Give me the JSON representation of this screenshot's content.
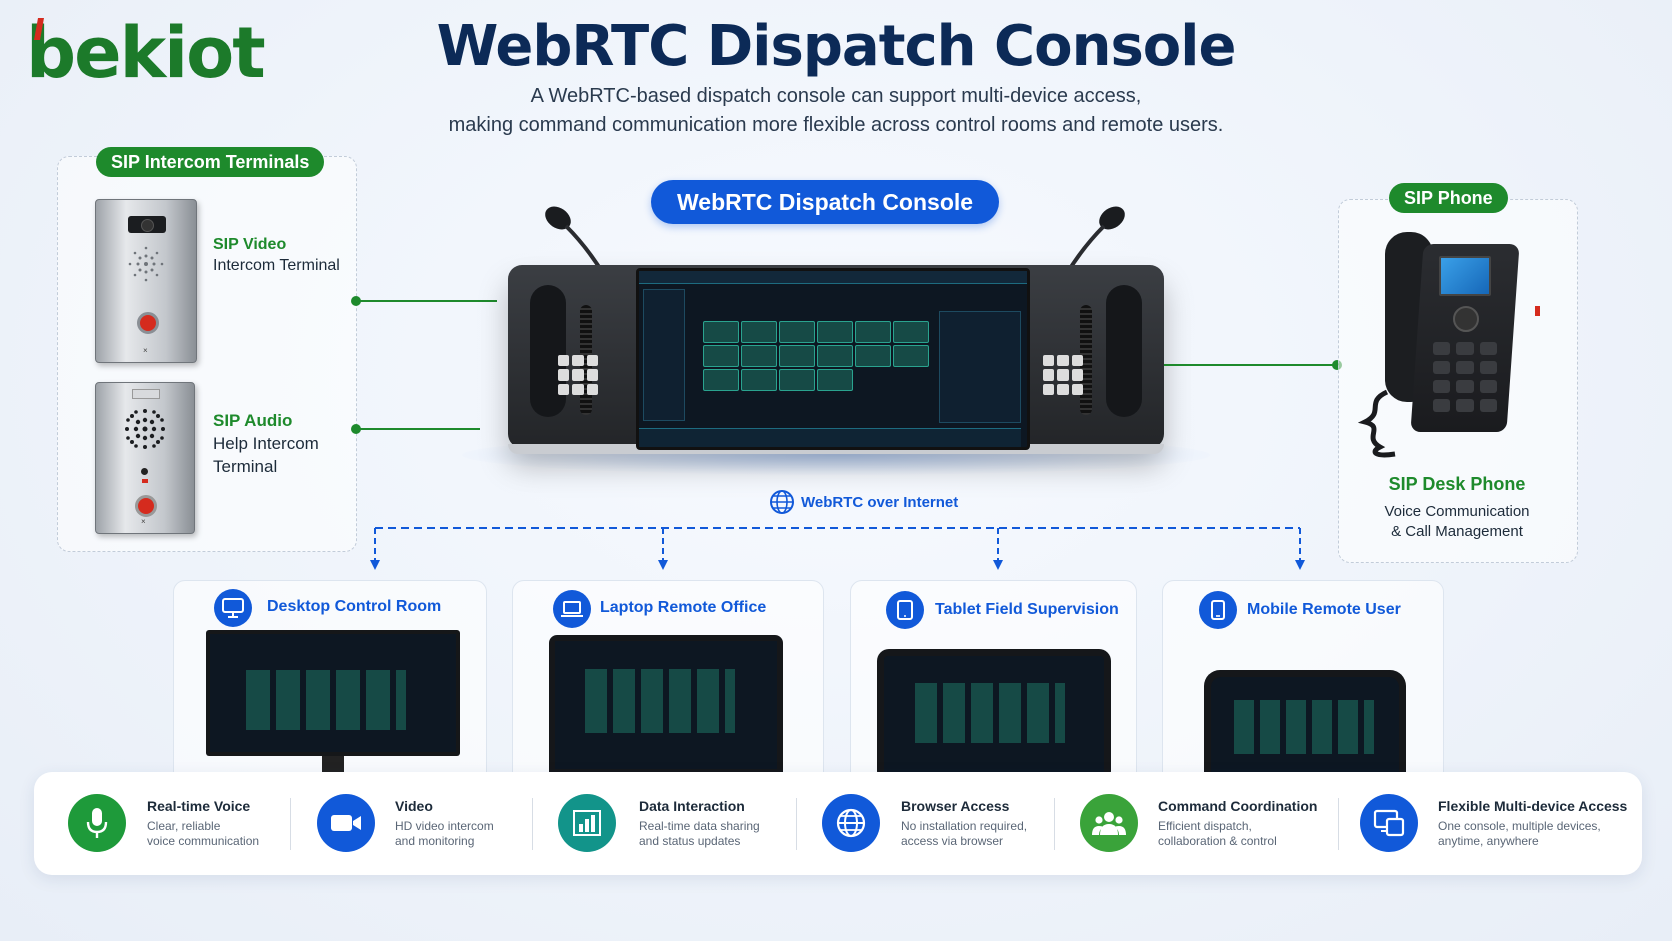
{
  "logo": {
    "text_a": "bek",
    "text_b": "iot"
  },
  "header": {
    "title": "WebRTC Dispatch Console",
    "subtitle_line1": "A WebRTC-based dispatch console can support multi-device access,",
    "subtitle_line2": "making command communication more flexible across control rooms and remote users."
  },
  "intercom_section": {
    "label": "SIP Intercom Terminals",
    "items": [
      {
        "name_line1": "SIP Video",
        "name_line2": "Intercom Terminal",
        "name_line3": ""
      },
      {
        "name_line1": "SIP Audio",
        "name_line2": "Help Intercom",
        "name_line3": "Terminal"
      }
    ]
  },
  "console": {
    "label": "WebRTC Dispatch Console"
  },
  "phone_section": {
    "label": "SIP Phone",
    "name": "SIP Desk Phone",
    "desc_line1": "Voice Communication",
    "desc_line2": "& Call Management"
  },
  "network": {
    "label": "WebRTC over Internet"
  },
  "devices": [
    {
      "name": "Desktop Control Room",
      "icon": "monitor-icon"
    },
    {
      "name": "Laptop Remote Office",
      "icon": "laptop-icon"
    },
    {
      "name": "Tablet Field Supervision",
      "icon": "tablet-icon"
    },
    {
      "name": "Mobile Remote User",
      "icon": "phone-icon"
    }
  ],
  "features": [
    {
      "title": "Real-time Voice",
      "desc_line1": "Clear, reliable",
      "desc_line2": "voice communication",
      "icon": "microphone-icon",
      "color": "#1e9a3a"
    },
    {
      "title": "Video",
      "desc_line1": "HD video intercom",
      "desc_line2": "and monitoring",
      "icon": "video-camera-icon",
      "color": "#1159d9"
    },
    {
      "title": "Data Interaction",
      "desc_line1": "Real-time data sharing",
      "desc_line2": "and status updates",
      "icon": "bar-chart-icon",
      "color": "#12948a"
    },
    {
      "title": "Browser Access",
      "desc_line1": "No installation required,",
      "desc_line2": "access via browser",
      "icon": "globe-icon",
      "color": "#1159d9"
    },
    {
      "title": "Command Coordination",
      "desc_line1": "Efficient dispatch,",
      "desc_line2": "collaboration & control",
      "icon": "team-icon",
      "color": "#3aa33a"
    },
    {
      "title": "Flexible Multi-device Access",
      "desc_line1": "One console, multiple devices,",
      "desc_line2": "anytime, anywhere",
      "icon": "multi-device-icon",
      "color": "#1159d9"
    }
  ],
  "colors": {
    "brand_green": "#1e8a2c",
    "brand_blue": "#1159d9",
    "title_navy": "#0c2a57",
    "logo_red": "#d52b1e"
  }
}
